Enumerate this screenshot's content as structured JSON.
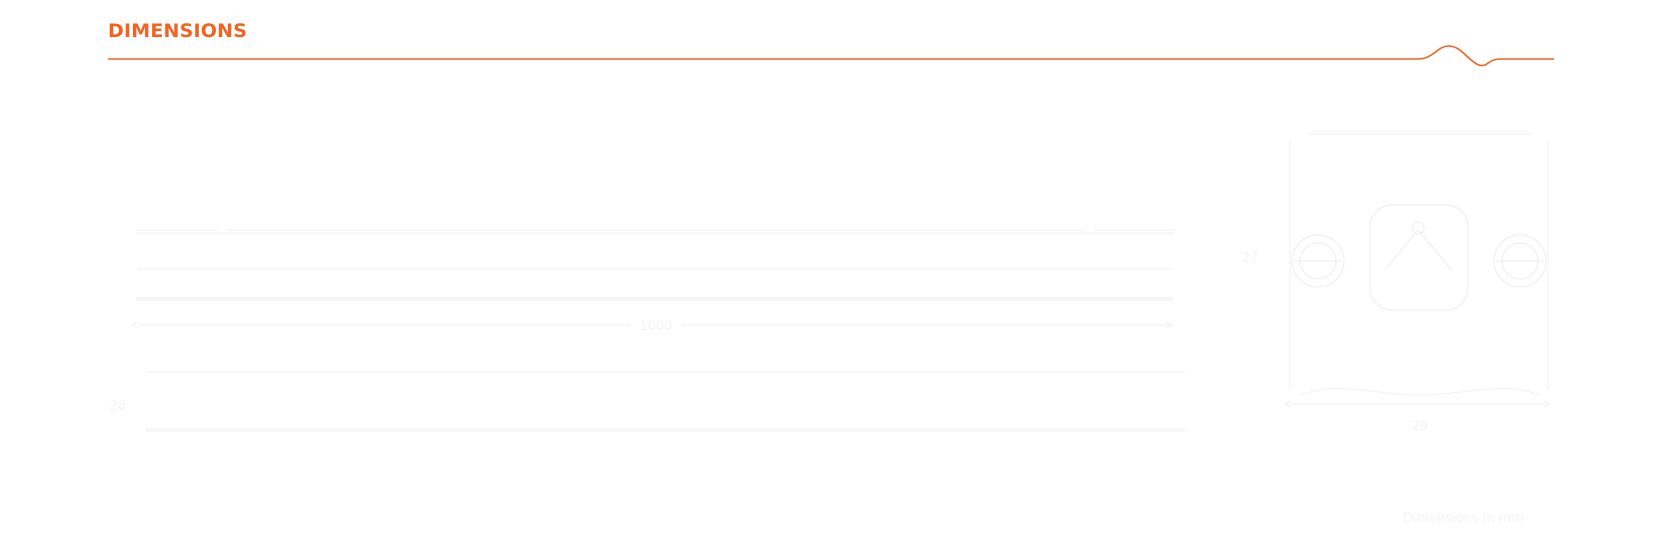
{
  "header": {
    "title": "DIMENSIONS",
    "accent_color": "#f26322"
  },
  "side_view": {
    "length_label": "1000",
    "height_label": "28"
  },
  "end_view": {
    "height_label": "27",
    "width_label": "29",
    "caption": "Dimensions in mm"
  },
  "icons": {
    "header_rule": "pulse-line-icon",
    "left_knob": "knob-icon",
    "right_knob": "knob-icon",
    "center_panel": "emblem-icon"
  }
}
